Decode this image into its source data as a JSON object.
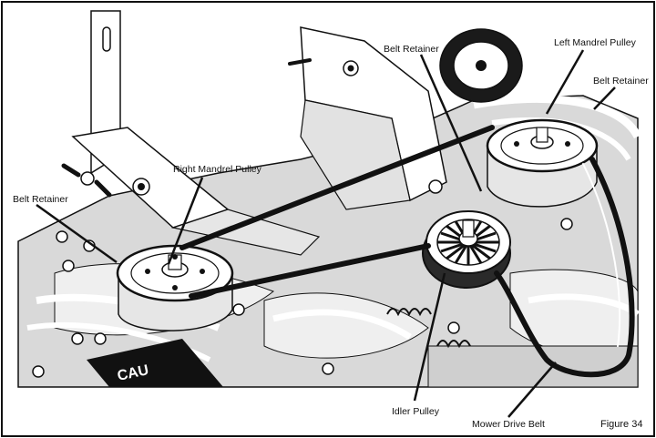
{
  "figure": {
    "caption": "Figure 34",
    "decal_text": "CAU",
    "colors": {
      "ink": "#111111",
      "paper": "#ffffff",
      "shade": "#d9d9d9",
      "light": "#efefef"
    }
  },
  "callouts": {
    "belt_retainer_top": "Belt Retainer",
    "left_mandrel_pulley": "Left Mandrel Pulley",
    "belt_retainer_right": "Belt Retainer",
    "right_mandrel_pulley": "Right Mandrel Pulley",
    "belt_retainer_left": "Belt Retainer",
    "idler_pulley": "Idler Pulley",
    "mower_drive_belt": "Mower Drive Belt"
  }
}
